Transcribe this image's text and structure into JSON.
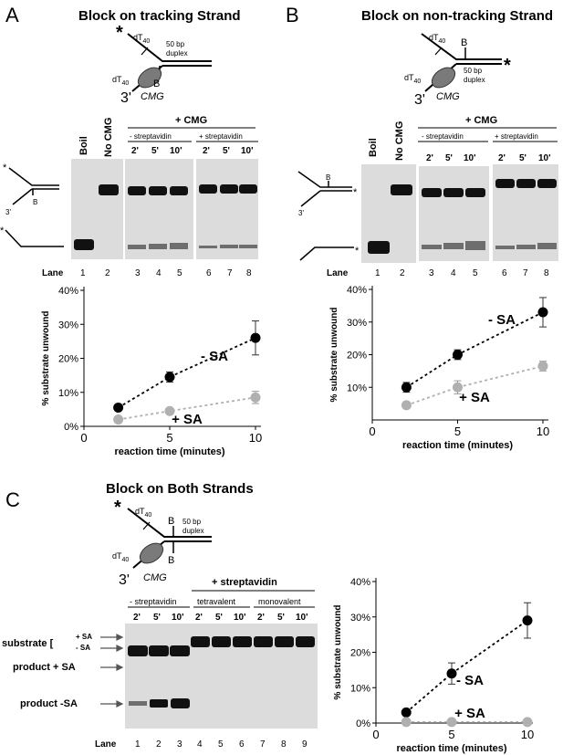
{
  "panels": {
    "A": {
      "letter": "A",
      "title": "Block on tracking Strand",
      "schematic": {
        "star": "*",
        "dt_top": "dT",
        "dt_top_sub": "40",
        "duplex_bp": "50 bp",
        "duplex_word": "duplex",
        "b": "B",
        "dt_bottom": "dT",
        "dt_bottom_sub": "40",
        "three_prime": "3'",
        "cmg": "CMG"
      },
      "gel": {
        "col_labels": [
          "Boil",
          "No CMG"
        ],
        "cmg_header": "+ CMG",
        "group_minus": "- streptavidin",
        "group_plus": "+ streptavidin",
        "times": [
          "2'",
          "5'",
          "10'",
          "2'",
          "5'",
          "10'"
        ],
        "lane_word": "Lane",
        "lanes": [
          "1",
          "2",
          "3",
          "4",
          "5",
          "6",
          "7",
          "8"
        ],
        "side": {
          "star_top": "*",
          "b": "B",
          "three_prime": "3'",
          "star_bottom": "*"
        }
      }
    },
    "B": {
      "letter": "B",
      "title": "Block on non-tracking Strand",
      "schematic": {
        "star": "*",
        "dt_top": "dT",
        "dt_top_sub": "40",
        "duplex_bp": "50 bp",
        "duplex_word": "duplex",
        "b": "B",
        "dt_bottom": "dT",
        "dt_bottom_sub": "40",
        "three_prime": "3'",
        "cmg": "CMG"
      },
      "gel": {
        "col_labels": [
          "Boil",
          "No CMG"
        ],
        "cmg_header": "+ CMG",
        "group_minus": "- streptavidin",
        "group_plus": "+ streptavidin",
        "times": [
          "2'",
          "5'",
          "10'",
          "2'",
          "5'",
          "10'"
        ],
        "lane_word": "Lane",
        "lanes": [
          "1",
          "2",
          "3",
          "4",
          "5",
          "6",
          "7",
          "8"
        ],
        "side": {
          "star_top": "*",
          "b": "B",
          "three_prime": "3'",
          "star_bottom": "*"
        }
      }
    },
    "C": {
      "letter": "C",
      "title": "Block on Both Strands",
      "schematic": {
        "star": "*",
        "dt_top": "dT",
        "dt_top_sub": "40",
        "duplex_bp": "50 bp",
        "duplex_word": "duplex",
        "b_top": "B",
        "b_bottom": "B",
        "dt_bottom": "dT",
        "dt_bottom_sub": "40",
        "three_prime": "3'",
        "cmg": "CMG"
      },
      "gel": {
        "plus_header": "+ streptavidin",
        "group_minus": "- streptavidin",
        "group_tetra": "tetravalent",
        "group_mono": "monovalent",
        "times": [
          "2'",
          "5'",
          "10'",
          "2'",
          "5'",
          "10'",
          "2'",
          "5'",
          "10'"
        ],
        "lane_word": "Lane",
        "lanes": [
          "1",
          "2",
          "3",
          "4",
          "5",
          "6",
          "7",
          "8",
          "9"
        ],
        "substrate_label": "substrate [",
        "substrate_plus": "+ SA",
        "substrate_minus": "- SA",
        "product_plus": "product + SA",
        "product_minus": "product -SA"
      }
    }
  },
  "chart_data": [
    {
      "type": "scatter",
      "panel": "A",
      "xlabel": "reaction time (minutes)",
      "ylabel": "% substrate unwound",
      "xlim": [
        0,
        10
      ],
      "ylim": [
        0,
        40
      ],
      "xticks": [
        "0",
        "5",
        "10"
      ],
      "yticks": [
        "0%",
        "10%",
        "20%",
        "30%",
        "40%"
      ],
      "series": [
        {
          "name": "- SA",
          "color": "#000000",
          "x": [
            2,
            5,
            10
          ],
          "y": [
            5.5,
            14.5,
            26
          ],
          "err": [
            0.8,
            1.5,
            5
          ]
        },
        {
          "name": "+ SA",
          "color": "#b0b0b0",
          "x": [
            2,
            5,
            10
          ],
          "y": [
            2,
            4.5,
            8.5
          ],
          "err": [
            0.4,
            0.5,
            1.8
          ]
        }
      ]
    },
    {
      "type": "scatter",
      "panel": "B",
      "xlabel": "reaction time (minutes)",
      "ylabel": "% substrate unwound",
      "xlim": [
        0,
        10
      ],
      "ylim": [
        0,
        40
      ],
      "xticks": [
        "0",
        "5",
        "10"
      ],
      "yticks": [
        "10%",
        "20%",
        "30%",
        "40%"
      ],
      "series": [
        {
          "name": "- SA",
          "color": "#000000",
          "x": [
            2,
            5,
            10
          ],
          "y": [
            10,
            20,
            33
          ],
          "err": [
            1.5,
            1.5,
            4.5
          ]
        },
        {
          "name": "+ SA",
          "color": "#b0b0b0",
          "x": [
            2,
            5,
            10
          ],
          "y": [
            4.5,
            10,
            16.5
          ],
          "err": [
            0.5,
            2,
            1.5
          ]
        }
      ]
    },
    {
      "type": "scatter",
      "panel": "C",
      "xlabel": "reaction time (minutes)",
      "ylabel": "% substrate unwound",
      "xlim": [
        0,
        10
      ],
      "ylim": [
        0,
        40
      ],
      "xticks": [
        "0",
        "5",
        "10"
      ],
      "yticks": [
        "0%",
        "10%",
        "20%",
        "30%",
        "40%"
      ],
      "series": [
        {
          "name": "- SA",
          "color": "#000000",
          "x": [
            2,
            5,
            10
          ],
          "y": [
            3,
            14,
            29
          ],
          "err": [
            0.5,
            3,
            5
          ]
        },
        {
          "name": "+ SA",
          "color": "#b0b0b0",
          "x": [
            2,
            5,
            10
          ],
          "y": [
            0.3,
            0.3,
            0.3
          ],
          "err": [
            0,
            0,
            0
          ]
        }
      ]
    }
  ]
}
